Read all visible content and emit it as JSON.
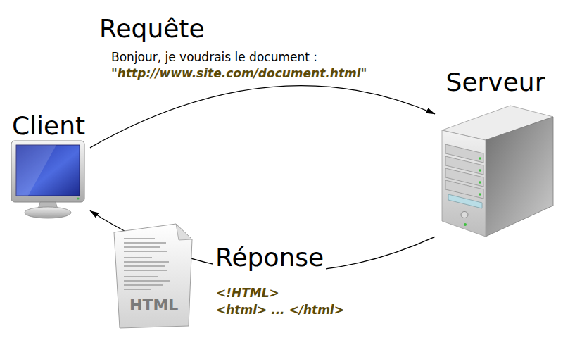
{
  "diagram": {
    "nodes": [
      {
        "text": [
          "Client"
        ]
      },
      {
        "text": [
          "Serveur"
        ]
      }
    ],
    "edges": [
      {
        "from": 0,
        "to": 1,
        "arrow": "to",
        "label": "Requête"
      },
      {
        "from": 1,
        "to": 0,
        "arrow": "to",
        "label": "Réponse"
      }
    ],
    "labels": [
      "Bonjour, je voudrais le document :",
      "\"http://www.site.com/document.html\"",
      "<!HTML>",
      "<html> ... </html>",
      "HTML"
    ]
  }
}
